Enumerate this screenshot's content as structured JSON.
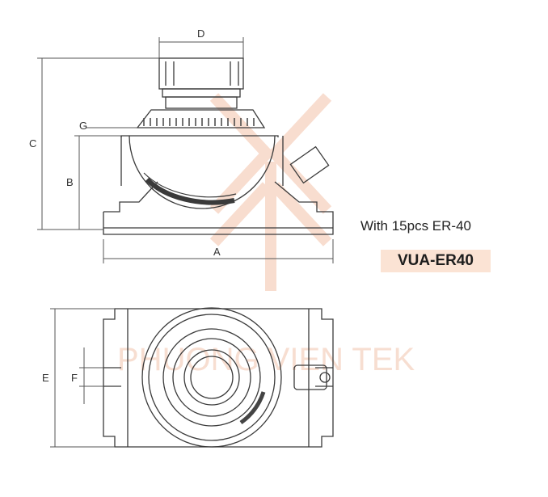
{
  "caption": "With 15pcs ER-40",
  "model": "VUA-ER40",
  "watermark_text": "PHUONG VIEN TEK",
  "dimension_labels": {
    "a": "A",
    "b": "B",
    "c": "C",
    "d": "D",
    "e": "E",
    "f": "F",
    "g": "G"
  },
  "colors": {
    "line": "#3a3a3a",
    "watermark": "#f3c9b4",
    "model_bg": "#fbe3d4",
    "scale_dark": "#444444"
  }
}
